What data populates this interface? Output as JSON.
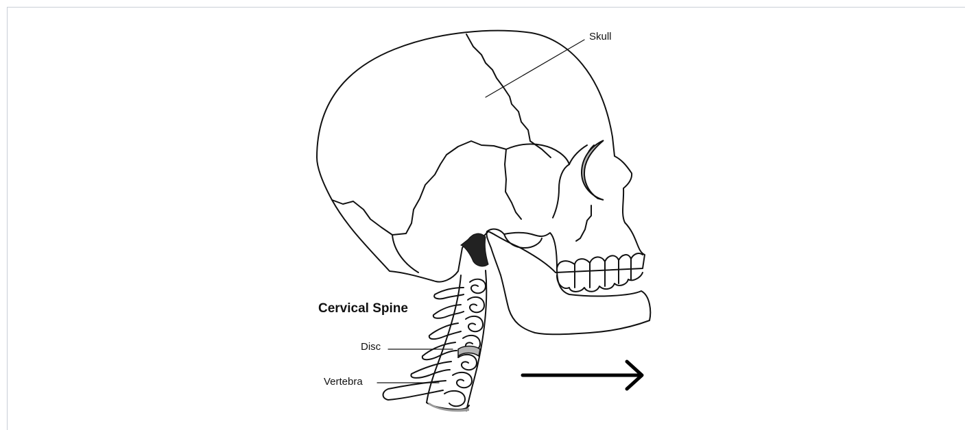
{
  "labels": {
    "skull": "Skull",
    "cervical_spine": "Cervical Spine",
    "disc": "Disc",
    "vertebra": "Vertebra"
  },
  "colors": {
    "line": "#111111",
    "shade": "#b4b4b4",
    "dark": "#222222",
    "frame_border": "#c8ced6"
  },
  "icons": [
    "right-arrow-icon"
  ]
}
